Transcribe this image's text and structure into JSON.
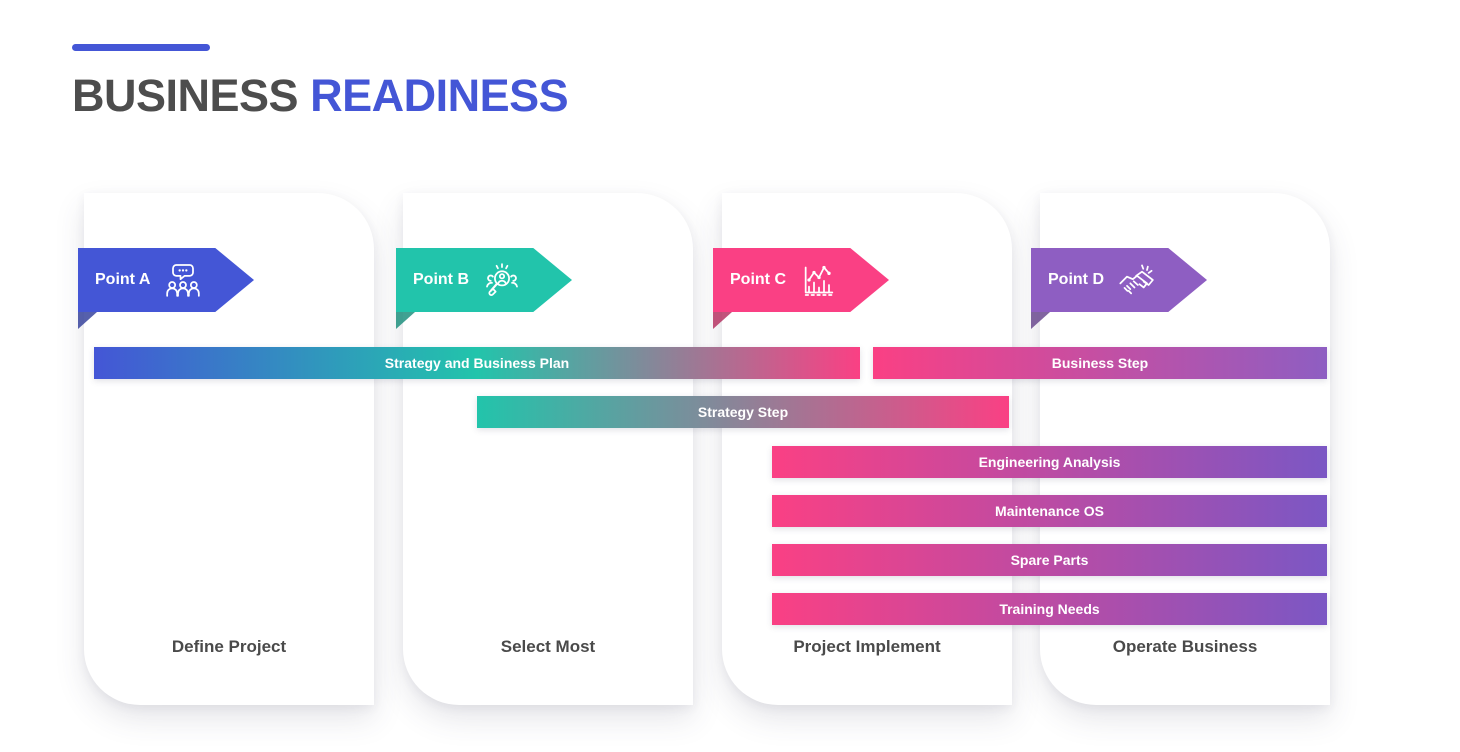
{
  "header": {
    "title_primary": "BUSINESS",
    "title_accent": "READINESS",
    "accent_color": "#4456d6"
  },
  "palette": {
    "blue": "#4456d6",
    "teal": "#22c4ab",
    "pink": "#fa4084",
    "purple": "#8e5ec2",
    "card_bg": "#ffffff",
    "label_text": "#4a4a4a",
    "title_text": "#4d4d4d"
  },
  "columns": [
    {
      "tag_label": "Point A",
      "icon": "group-discussion-icon",
      "color": "#4456d6",
      "footer_label": "Define Project"
    },
    {
      "tag_label": "Point B",
      "icon": "search-person-icon",
      "color": "#22c4ab",
      "footer_label": "Select Most"
    },
    {
      "tag_label": "Point C",
      "icon": "analytics-chart-icon",
      "color": "#fa4084",
      "footer_label": "Project Implement"
    },
    {
      "tag_label": "Point D",
      "icon": "handshake-icon",
      "color": "#8e5ec2",
      "footer_label": "Operate Business"
    }
  ],
  "bars": [
    {
      "label": "Strategy and Business Plan",
      "from": "#4456d6",
      "mid": "#22c4ab",
      "to": "#fa4084"
    },
    {
      "label": "Business Step",
      "from": "#fa4084",
      "mid": "",
      "to": "#8e5ec2"
    },
    {
      "label": "Strategy Step",
      "from": "#22c4ab",
      "mid": "",
      "to": "#fa4084"
    },
    {
      "label": "Engineering Analysis",
      "from": "#fa4084",
      "mid": "",
      "to": "#7b57c4"
    },
    {
      "label": "Maintenance OS",
      "from": "#fa4084",
      "mid": "",
      "to": "#7b57c4"
    },
    {
      "label": "Spare Parts",
      "from": "#fa4084",
      "mid": "",
      "to": "#7b57c4"
    },
    {
      "label": "Training Needs",
      "from": "#fa4084",
      "mid": "",
      "to": "#7b57c4"
    }
  ]
}
